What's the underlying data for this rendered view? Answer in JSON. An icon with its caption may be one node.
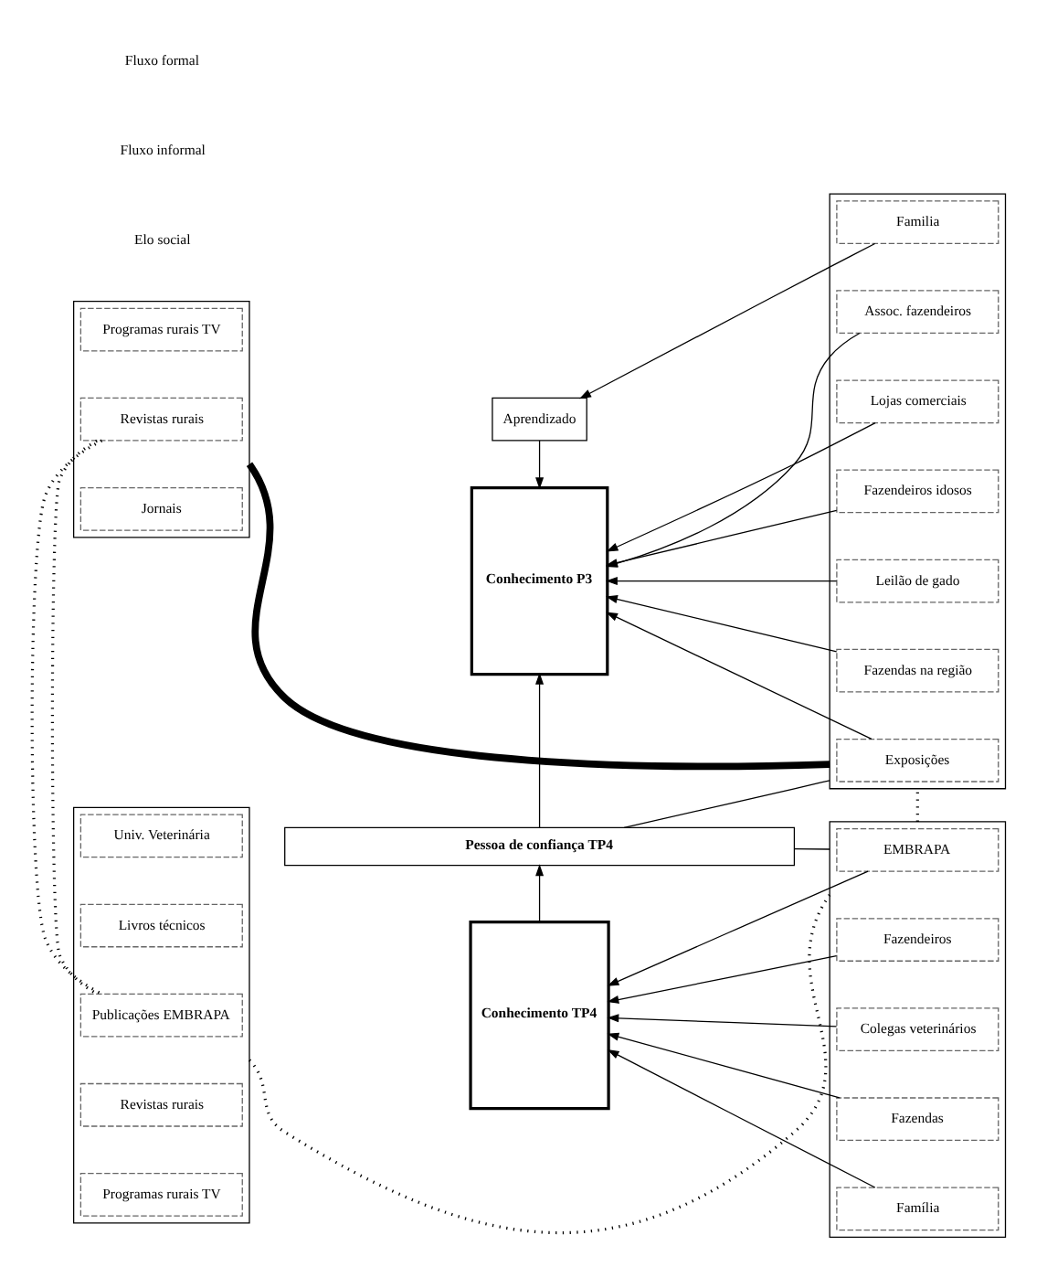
{
  "diagram": {
    "nodes": [
      {
        "text": [],
        "shape": "box"
      },
      {
        "text": [
          "Programas rurais TV"
        ],
        "in": 0
      },
      {
        "text": [
          "Revistas rurais"
        ],
        "in": 0
      },
      {
        "text": [
          "Jornais"
        ],
        "in": 0
      },
      {
        "text": [
          "Aprendizado"
        ]
      },
      {
        "text": [
          "Conhecimento P3"
        ]
      },
      {
        "text": [],
        "shape": "box"
      },
      {
        "text": [
          "Familia"
        ],
        "in": 6
      },
      {
        "text": [
          "Fazendeiros idosos"
        ],
        "in": 6
      },
      {
        "text": [
          "Leilão de gado"
        ],
        "in": 6
      },
      {
        "text": [
          "Exposições"
        ],
        "in": 6
      },
      {
        "text": [
          "Fazendas na região"
        ],
        "in": 6
      },
      {
        "text": [
          "Assoc. fazendeiros"
        ],
        "in": 6
      },
      {
        "text": [
          "Lojas comerciais"
        ],
        "in": 6
      },
      {
        "text": [
          "Pessoa de confiança TP4"
        ]
      },
      {
        "text": [],
        "shape": "box"
      },
      {
        "text": [
          "Univ. Veterinária"
        ],
        "in": 15
      },
      {
        "text": [
          "Livros técnicos"
        ],
        "in": 15
      },
      {
        "text": [
          "Publicações EMBRAPA"
        ],
        "in": 15
      },
      {
        "text": [
          "Revistas rurais"
        ],
        "in": 15
      },
      {
        "text": [
          "Programas rurais TV"
        ],
        "in": 15
      },
      {
        "text": [
          "Conhecimento TP4"
        ]
      },
      {
        "text": [],
        "shape": "box"
      },
      {
        "text": [
          "Família"
        ],
        "in": 22
      },
      {
        "text": [
          "Fazendeiros"
        ],
        "in": 22
      },
      {
        "text": [
          "EMBRAPA"
        ],
        "in": 22
      },
      {
        "text": [
          "Fazendas"
        ],
        "in": 22
      },
      {
        "text": [
          "Colegas veterinários"
        ],
        "in": 22
      }
    ],
    "edges": [
      {
        "from": 4,
        "to": 5,
        "arrow": "to"
      },
      {
        "from": 7,
        "to": 4,
        "arrow": "to"
      },
      {
        "from": 8,
        "to": 5,
        "arrow": "to"
      },
      {
        "from": 9,
        "to": 5,
        "arrow": "to"
      },
      {
        "from": 10,
        "to": 5,
        "arrow": "to"
      },
      {
        "from": 11,
        "to": 5,
        "arrow": "to"
      },
      {
        "from": 12,
        "to": 5,
        "arrow": "to"
      },
      {
        "from": 13,
        "to": 5,
        "arrow": "to"
      },
      {
        "from": 14,
        "to": 5,
        "arrow": "to"
      },
      {
        "from": 21,
        "to": 14,
        "arrow": "to"
      },
      {
        "from": 23,
        "to": 21,
        "arrow": "to"
      },
      {
        "from": 24,
        "to": 21,
        "arrow": "to"
      },
      {
        "from": 25,
        "to": 21,
        "arrow": "to"
      },
      {
        "from": 26,
        "to": 21,
        "arrow": "to"
      },
      {
        "from": 27,
        "to": 21,
        "arrow": "to"
      },
      {
        "from": 0,
        "to": 6,
        "arrow": "none",
        "style": "thick"
      },
      {
        "from": 0,
        "to": 15,
        "arrow": "none",
        "style": "dashed"
      },
      {
        "from": 15,
        "to": 22,
        "arrow": "none",
        "style": "dashed"
      },
      {
        "from": 22,
        "to": 6,
        "arrow": "none",
        "style": "dashed"
      },
      {
        "from": 6,
        "to": 14,
        "arrow": "none"
      },
      {
        "from": 14,
        "to": 22,
        "arrow": "none"
      }
    ],
    "legend": [
      {
        "text": "Fluxo formal"
      },
      {
        "text": "Fluxo informal"
      },
      {
        "text": "Elo social"
      }
    ]
  }
}
